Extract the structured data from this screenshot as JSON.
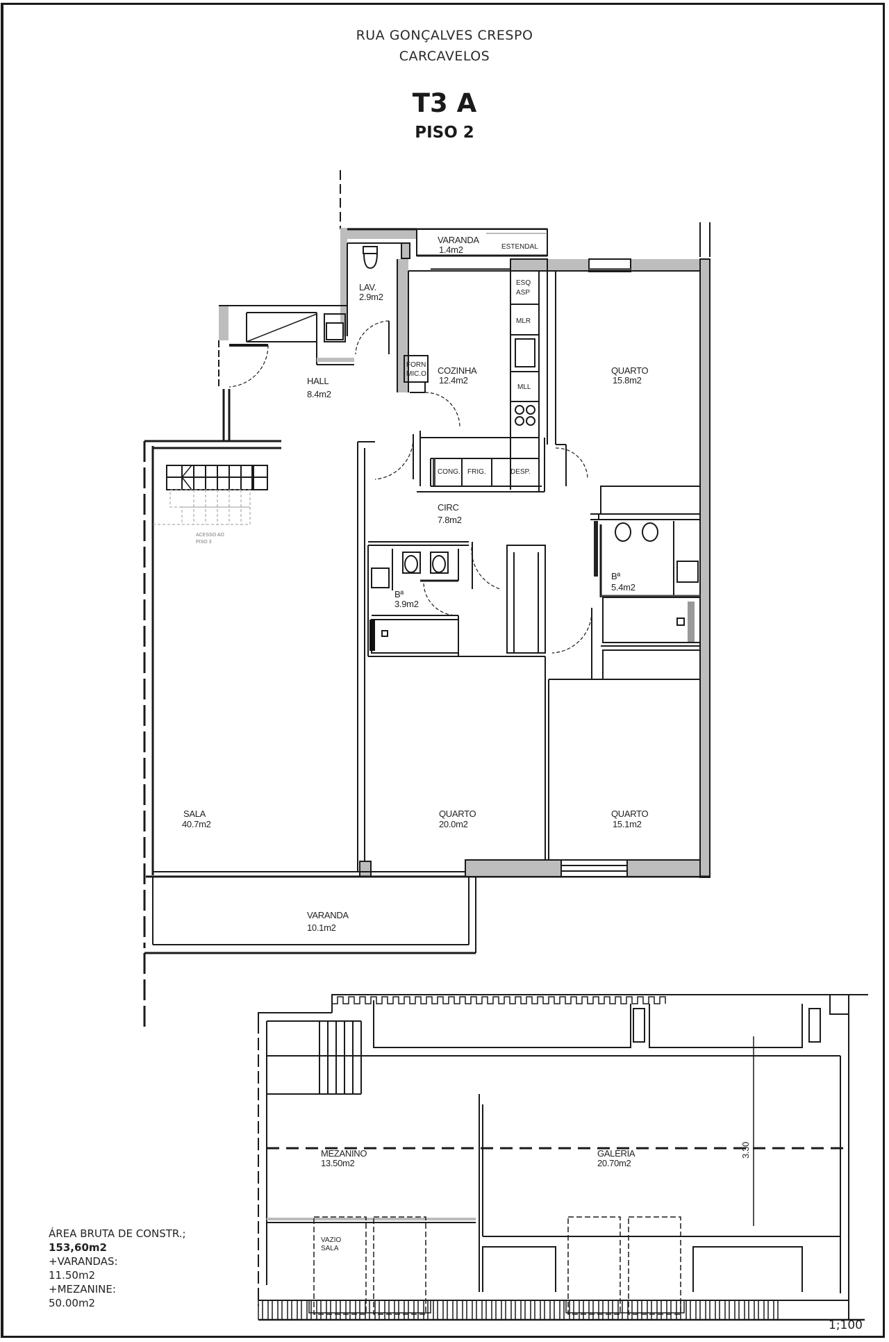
{
  "header": {
    "street": "RUA GONÇALVES CRESPO",
    "city": "CARCAVELOS",
    "typology": "T3 A",
    "floor": "PISO 2"
  },
  "rooms": {
    "varanda_small": {
      "name": "VARANDA",
      "area": "1.4m2"
    },
    "estendal": {
      "name": "ESTENDAL"
    },
    "lav": {
      "name": "LAV.",
      "area": "2.9m2"
    },
    "hall": {
      "name": "HALL",
      "area": "8.4m2"
    },
    "cozinha": {
      "name": "COZINHA",
      "area": "12.4m2"
    },
    "quarto_ne": {
      "name": "QUARTO",
      "area": "15.8m2"
    },
    "circ": {
      "name": "CIRC",
      "area": "7.8m2"
    },
    "wc_left": {
      "name": "Bª",
      "area": "3.9m2"
    },
    "wc_right": {
      "name": "Bª",
      "area": "5.4m2"
    },
    "sala": {
      "name": "SALA",
      "area": "40.7m2"
    },
    "quarto_mid": {
      "name": "QUARTO",
      "area": "20.0m2"
    },
    "quarto_se": {
      "name": "QUARTO",
      "area": "15.1m2"
    },
    "varanda_big": {
      "name": "VARANDA",
      "area": "10.1m2"
    }
  },
  "kitchen_fixtures": {
    "esq_asp": [
      "ESQ",
      "ASP"
    ],
    "mlr": "MLR",
    "mll": "MLL",
    "forn": [
      "FORN",
      "MIC.O"
    ],
    "cong": "CONG.",
    "frig": "FRIG.",
    "desp": "DESP."
  },
  "stair_note": [
    "ACESSO AO",
    "PISO 3"
  ],
  "mezzanine": {
    "mezanino": {
      "name": "MEZANINO",
      "area": "13.50m2"
    },
    "galeria": {
      "name": "GALERIA",
      "area": "20.70m2"
    },
    "vazio": [
      "VAZIO",
      "SALA"
    ],
    "dimension": "3.30"
  },
  "areas": {
    "gross_label": "ÁREA BRUTA DE CONSTR.;",
    "gross_value": "153,60m2",
    "balconies_label": "+VARANDAS:",
    "balconies_value": "11.50m2",
    "mezzanine_label": "+MEZANINE:",
    "mezzanine_value": "50.00m2"
  },
  "scale": "1;100",
  "colors": {
    "wall_fill": "#bdbdbd",
    "line": "#1a1a1a"
  }
}
